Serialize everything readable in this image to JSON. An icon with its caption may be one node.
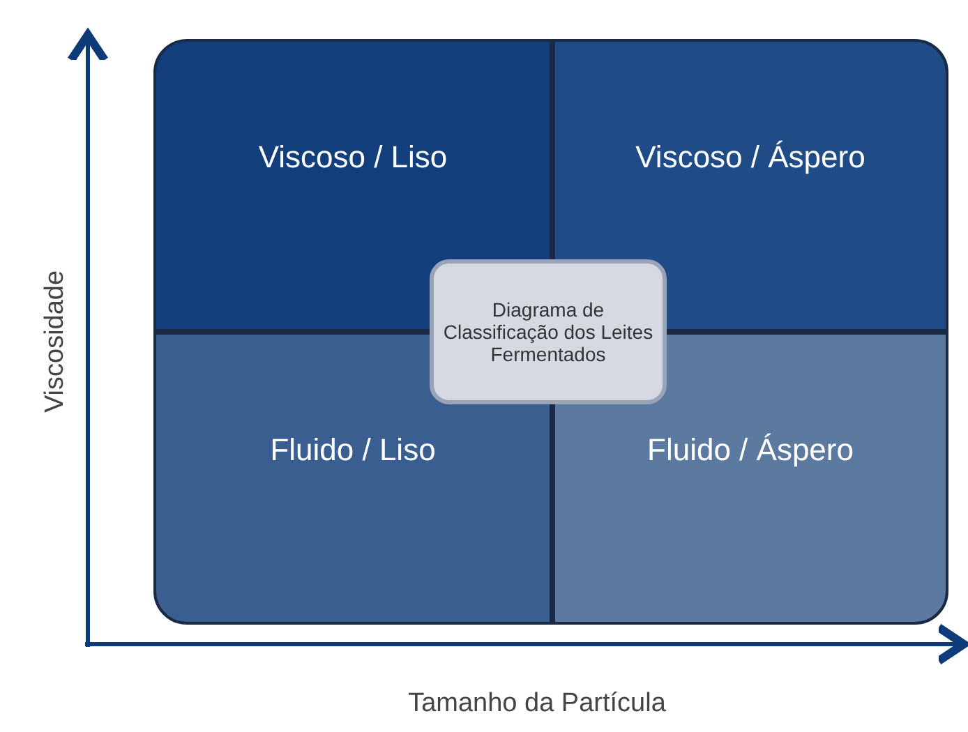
{
  "diagram": {
    "nodes": [
      {
        "text": [
          "Viscoso / Liso"
        ]
      },
      {
        "text": [
          "Viscoso / Áspero"
        ]
      },
      {
        "text": [
          "Fluido / Liso"
        ]
      },
      {
        "text": [
          "Fluido / Áspero"
        ]
      },
      {
        "text": [
          "Diagrama de Classificação dos Leites Fermentados"
        ]
      }
    ],
    "edges": [],
    "labels": [
      "Viscosidade",
      "Tamanho da Partícula"
    ]
  }
}
